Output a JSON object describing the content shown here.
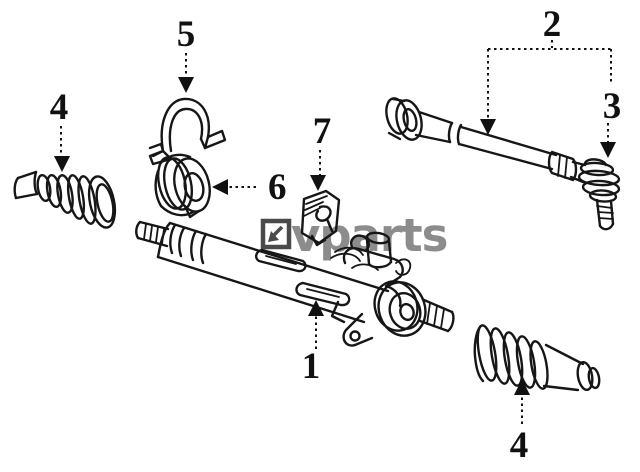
{
  "diagram": {
    "type": "exploded-parts-diagram",
    "subject": "steering-gear-rack-and-pinion",
    "background": "#ffffff",
    "line_color": "#161616",
    "watermark": {
      "text": "vparts",
      "icon": "arrow-down-left-box-icon",
      "text_color": "#8c8c8c",
      "logo_color": "#4a4a4a"
    },
    "callouts": [
      {
        "label": "1"
      },
      {
        "label": "2"
      },
      {
        "label": "3"
      },
      {
        "label": "4"
      },
      {
        "label": "5"
      },
      {
        "label": "6"
      },
      {
        "label": "7"
      },
      {
        "label": "4"
      }
    ]
  }
}
